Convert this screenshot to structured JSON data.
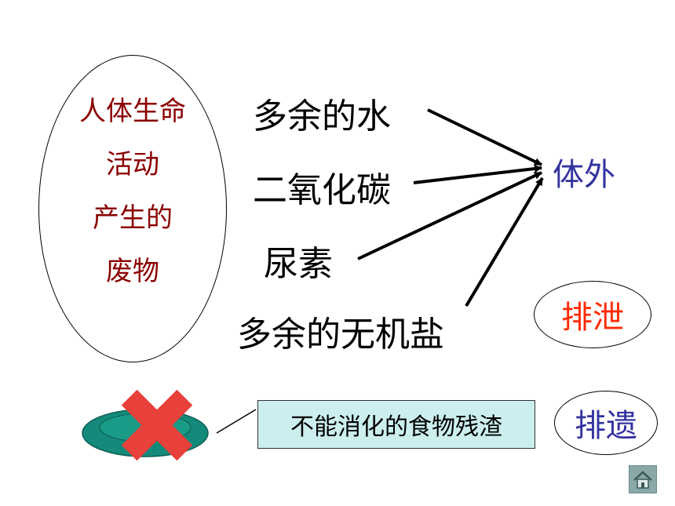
{
  "left_group": {
    "lines": [
      "人体生命",
      "活动",
      "产生的",
      "废物"
    ],
    "text_color": "#8b0000"
  },
  "wastes": [
    "多余的水",
    "二氧化碳",
    "尿素",
    "多余的无机盐"
  ],
  "destination": "体外",
  "excretion_label": "排泄",
  "egestion_label": "排遗",
  "residue_label": "不能消化的食物残渣",
  "colors": {
    "destination": "#3333a0",
    "excretion": "#ff2a00",
    "egestion": "#3333a0",
    "residue_box": "#cceeee",
    "plate": "#138a7a",
    "cross": "#e8403a"
  },
  "icons": [
    "crossed-out-plate-icon",
    "home-icon"
  ]
}
